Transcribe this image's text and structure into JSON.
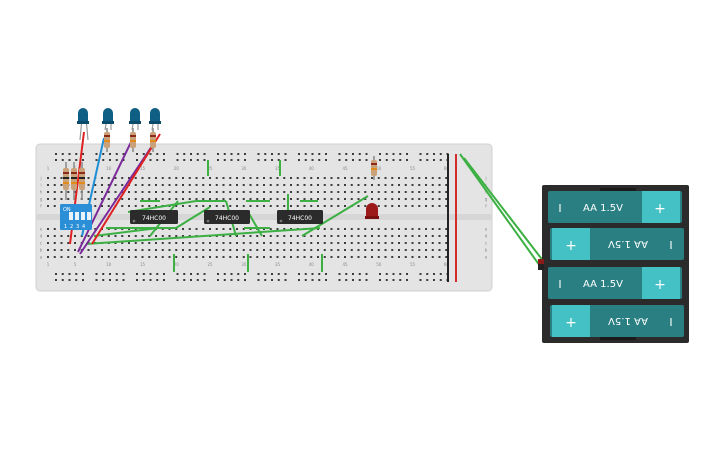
{
  "canvas": {
    "background": "#ffffff"
  },
  "breadboard": {
    "color": "#e4e4e4",
    "hole_color": "#3d3d3d",
    "rail_red": "#d22b2b",
    "rail_black": "#222222",
    "column_numbers": [
      "1",
      "5",
      "10",
      "15",
      "20",
      "25",
      "30",
      "35",
      "40",
      "45",
      "50",
      "55",
      "60"
    ],
    "row_letters_top": [
      "j",
      "i",
      "h",
      "g",
      "f"
    ],
    "row_letters_bottom": [
      "e",
      "d",
      "c",
      "b",
      "a"
    ]
  },
  "chips": [
    {
      "label": "74HC00"
    },
    {
      "label": "74HC00"
    },
    {
      "label": "74HC00"
    }
  ],
  "dip_switch": {
    "on_label": "ON",
    "position_labels": [
      "1",
      "2",
      "3",
      "4"
    ],
    "color": "#2a8fd6"
  },
  "leds": {
    "blue_count": 4,
    "blue_color": "#0f5f85",
    "red_color": "#9c1a1a"
  },
  "wire_colors": {
    "green": "#3cb043",
    "red": "#e02020",
    "blue": "#1e8fd6",
    "purple": "#7a2a9a",
    "black": "#222222"
  },
  "battery_pack": {
    "case_color": "#2b2b2b",
    "cell_color": "#2a7f82",
    "terminal_color": "#43c1c4",
    "cells": [
      {
        "label": "AA 1.5V",
        "flipped": false
      },
      {
        "label": "AA 1.5V",
        "flipped": true
      },
      {
        "label": "AA 1.5V",
        "flipped": false
      },
      {
        "label": "AA 1.5V",
        "flipped": true
      }
    ],
    "plus_symbol": "+",
    "minus_symbol": "I"
  }
}
